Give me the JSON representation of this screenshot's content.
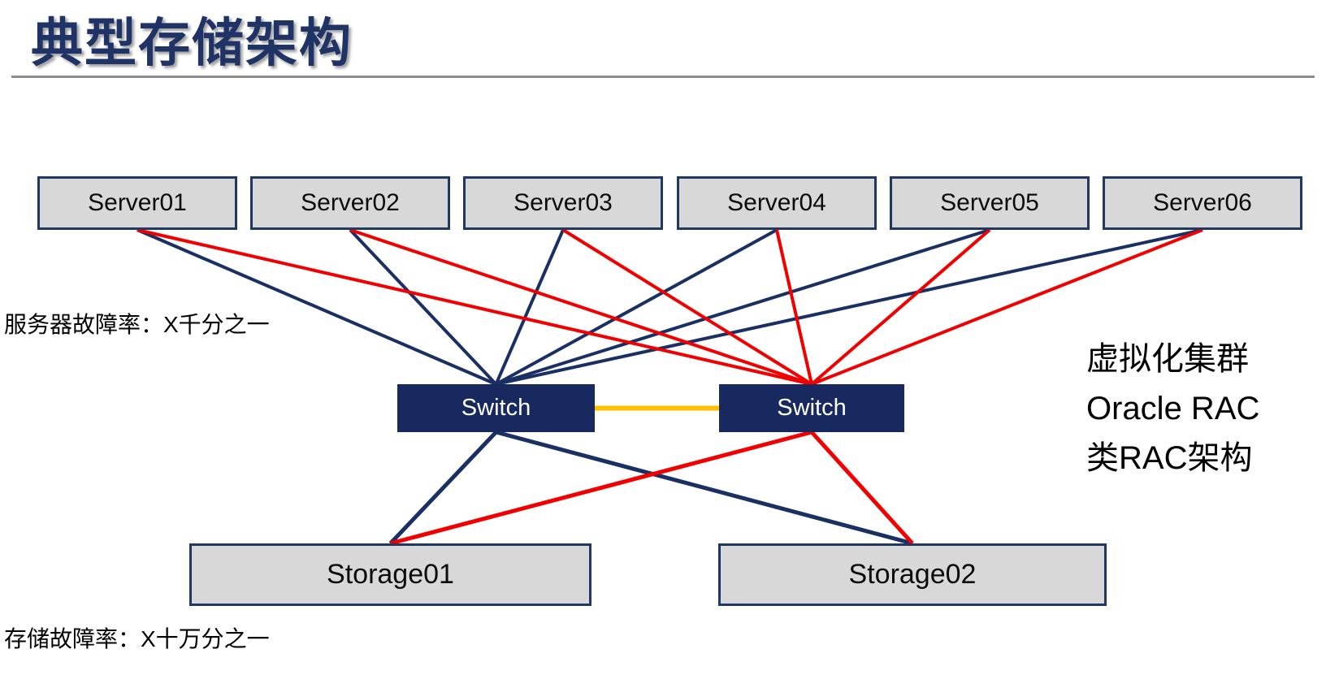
{
  "title": "典型存储架构",
  "annotations": {
    "server_failure_rate": "服务器故障率：X千分之一",
    "storage_failure_rate": "存储故障率：X十万分之一",
    "cluster_note_lines": [
      "虚拟化集群",
      "Oracle RAC",
      "类RAC架构"
    ]
  },
  "nodes": {
    "servers": [
      {
        "id": "server01",
        "label": "Server01"
      },
      {
        "id": "server02",
        "label": "Server02"
      },
      {
        "id": "server03",
        "label": "Server03"
      },
      {
        "id": "server04",
        "label": "Server04"
      },
      {
        "id": "server05",
        "label": "Server05"
      },
      {
        "id": "server06",
        "label": "Server06"
      }
    ],
    "switches": [
      {
        "id": "switch-left",
        "label": "Switch"
      },
      {
        "id": "switch-right",
        "label": "Switch"
      }
    ],
    "storages": [
      {
        "id": "storage01",
        "label": "Storage01"
      },
      {
        "id": "storage02",
        "label": "Storage02"
      }
    ]
  },
  "colors": {
    "navy": "#1a2f63",
    "red": "#f20000",
    "yellow": "#ffc000",
    "box_fill": "#d8d8d8",
    "box_border": "#1f3864",
    "switch_fill": "#17295e",
    "title": "#203366",
    "rule_gray": "#8c8c8c"
  },
  "edges": [
    {
      "from": "server01",
      "to": "switch-left",
      "color": "navy",
      "width": 4,
      "from_side": "bottom",
      "to_side": "top"
    },
    {
      "from": "server02",
      "to": "switch-left",
      "color": "navy",
      "width": 4,
      "from_side": "bottom",
      "to_side": "top"
    },
    {
      "from": "server03",
      "to": "switch-left",
      "color": "navy",
      "width": 4,
      "from_side": "bottom",
      "to_side": "top"
    },
    {
      "from": "server04",
      "to": "switch-left",
      "color": "navy",
      "width": 4,
      "from_side": "bottom",
      "to_side": "top"
    },
    {
      "from": "server05",
      "to": "switch-left",
      "color": "navy",
      "width": 4,
      "from_side": "bottom",
      "to_side": "top"
    },
    {
      "from": "server06",
      "to": "switch-left",
      "color": "navy",
      "width": 4,
      "from_side": "bottom",
      "to_side": "top"
    },
    {
      "from": "switch-left",
      "to": "storage01",
      "color": "navy",
      "width": 5,
      "from_side": "bottom",
      "to_side": "top"
    },
    {
      "from": "switch-left",
      "to": "storage02",
      "color": "navy",
      "width": 5,
      "from_side": "bottom",
      "to_side": "top"
    },
    {
      "from": "server01",
      "to": "switch-right",
      "color": "red",
      "width": 4,
      "from_side": "bottom",
      "to_side": "top"
    },
    {
      "from": "server02",
      "to": "switch-right",
      "color": "red",
      "width": 4,
      "from_side": "bottom",
      "to_side": "top"
    },
    {
      "from": "server03",
      "to": "switch-right",
      "color": "red",
      "width": 4,
      "from_side": "bottom",
      "to_side": "top"
    },
    {
      "from": "server04",
      "to": "switch-right",
      "color": "red",
      "width": 4,
      "from_side": "bottom",
      "to_side": "top"
    },
    {
      "from": "server05",
      "to": "switch-right",
      "color": "red",
      "width": 4,
      "from_side": "bottom",
      "to_side": "top"
    },
    {
      "from": "server06",
      "to": "switch-right",
      "color": "red",
      "width": 4,
      "from_side": "bottom",
      "to_side": "top"
    },
    {
      "from": "switch-right",
      "to": "storage01",
      "color": "red",
      "width": 5,
      "from_side": "bottom",
      "to_side": "top"
    },
    {
      "from": "switch-right",
      "to": "storage02",
      "color": "red",
      "width": 5,
      "from_side": "bottom",
      "to_side": "top"
    },
    {
      "from": "switch-left",
      "to": "switch-right",
      "color": "yellow",
      "width": 6,
      "from_side": "right",
      "to_side": "left"
    }
  ]
}
